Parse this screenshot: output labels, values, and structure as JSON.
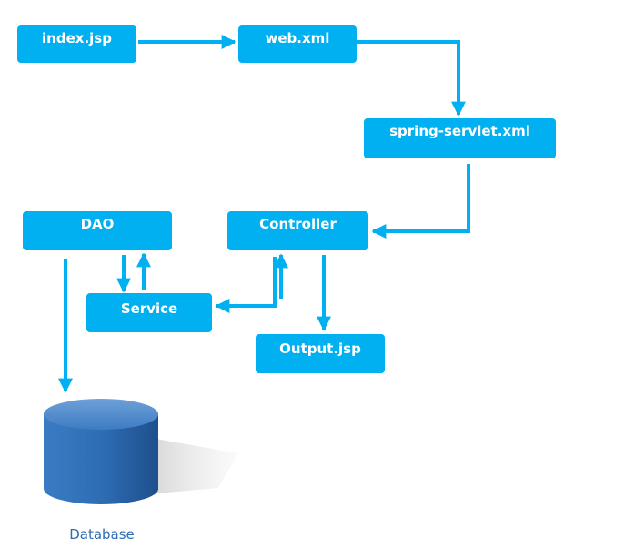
{
  "colors": {
    "box_fill": "#00b0f0",
    "box_text": "#ffffff",
    "arrow": "#00b0f0",
    "database_fill": "#2e6db4",
    "database_label": "#2e6db4"
  },
  "nodes": {
    "index": "index.jsp",
    "web": "web.xml",
    "spring": "spring-servlet.xml",
    "dao": "DAO",
    "controller": "Controller",
    "service": "Service",
    "output": "Output.jsp",
    "database": "Database"
  },
  "edges": [
    {
      "from": "index.jsp",
      "to": "web.xml"
    },
    {
      "from": "web.xml",
      "to": "spring-servlet.xml"
    },
    {
      "from": "spring-servlet.xml",
      "to": "Controller"
    },
    {
      "from": "Controller",
      "to": "Service"
    },
    {
      "from": "Service",
      "to": "Controller"
    },
    {
      "from": "Controller",
      "to": "Output.jsp"
    },
    {
      "from": "DAO",
      "to": "Service"
    },
    {
      "from": "Service",
      "to": "DAO"
    },
    {
      "from": "DAO",
      "to": "Database"
    }
  ]
}
